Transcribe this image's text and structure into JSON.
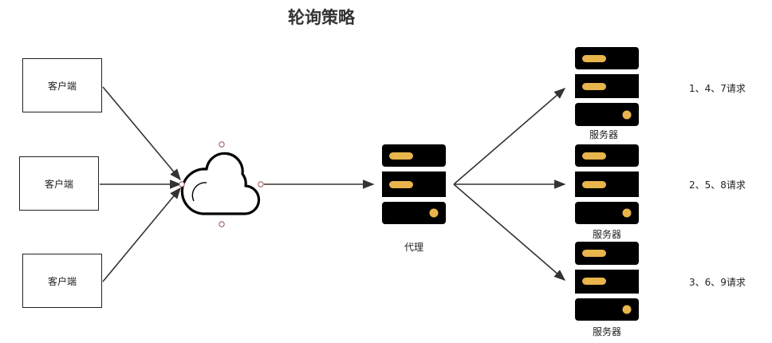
{
  "diagram": {
    "title": "轮询策略",
    "clients": [
      "客户端",
      "客户端",
      "客户端"
    ],
    "proxy_label": "代理",
    "servers": [
      {
        "label": "服务器",
        "requests": "1、4、7请求"
      },
      {
        "label": "服务器",
        "requests": "2、5、8请求"
      },
      {
        "label": "服务器",
        "requests": "3、6、9请求"
      }
    ],
    "colors": {
      "server_body": "#000000",
      "server_slot": "#e8b44c",
      "line": "#333333",
      "handle": "#a05050"
    }
  }
}
